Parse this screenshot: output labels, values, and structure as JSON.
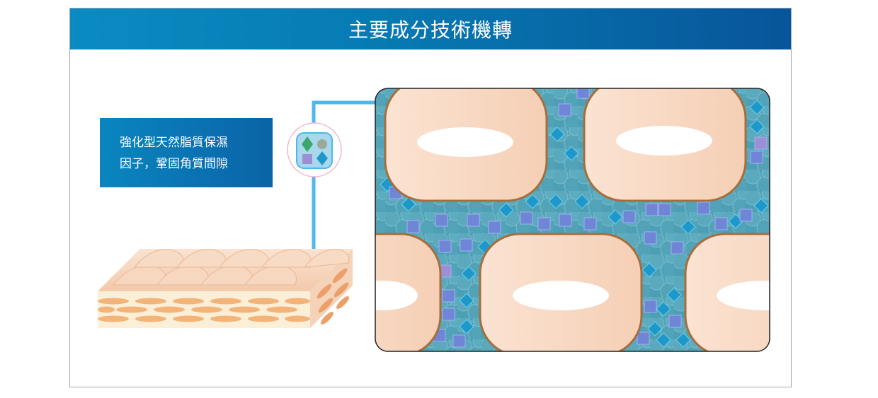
{
  "header": {
    "title": "主要成分技術機轉"
  },
  "callout": {
    "line1": "強化型天然脂質保濕",
    "line2": "因子，鞏固角質間隙"
  },
  "colors": {
    "title_bar": "#0779b2",
    "connector": "#4fb8e8",
    "cell_fill": "#f9dcc8",
    "cell_border": "#a56e3c",
    "matrix": "#4a9fb4",
    "diamond": "#1e98c8",
    "square": "#6f86d6"
  },
  "icons": [
    "diamond-icon",
    "circle-icon",
    "square-icon"
  ]
}
